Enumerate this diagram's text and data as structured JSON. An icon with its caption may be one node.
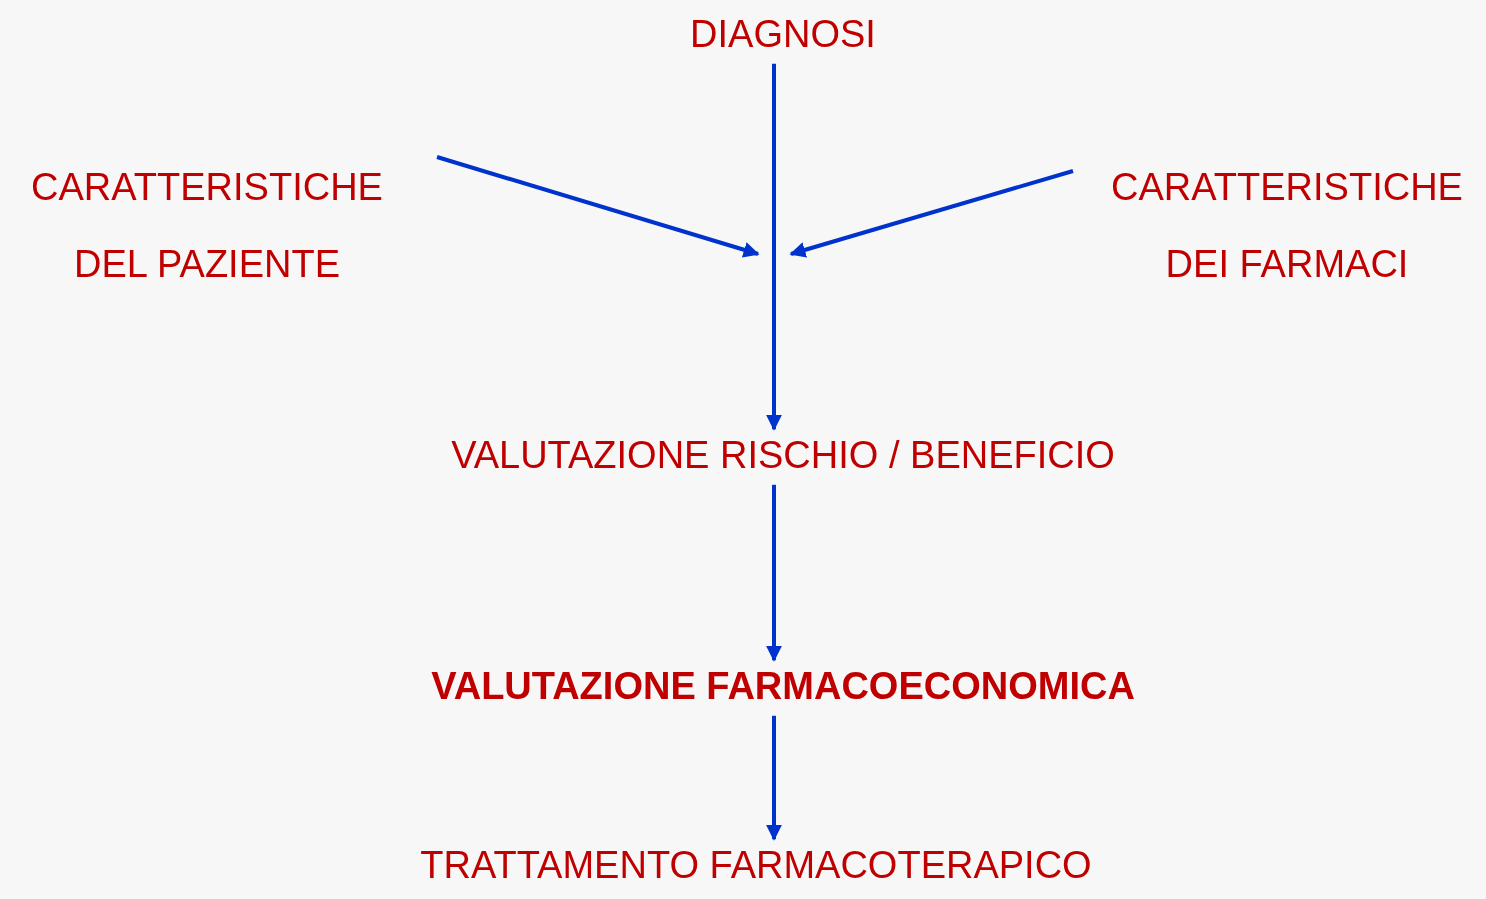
{
  "diagram": {
    "nodes": [
      {
        "text": [
          "DIAGNOSI"
        ]
      },
      {
        "text": [
          "CARATTERISTICHE DEL PAZIENTE"
        ]
      },
      {
        "text": [
          "CARATTERISTICHE DEI FARMACI"
        ]
      },
      {
        "text": [
          "VALUTAZIONE RISCHIO / BENEFICIO"
        ]
      },
      {
        "text": [
          "VALUTAZIONE FARMACOECONOMICA"
        ]
      },
      {
        "text": [
          "TRATTAMENTO FARMACOTERAPICO"
        ]
      }
    ],
    "edges": [
      {
        "from": 0,
        "to": 3,
        "arrow": "to"
      },
      {
        "from": 1,
        "to": null,
        "arrow": "to"
      },
      {
        "from": 2,
        "to": null,
        "arrow": "to"
      },
      {
        "from": 3,
        "to": 4,
        "arrow": "to"
      },
      {
        "from": 4,
        "to": 5,
        "arrow": "to"
      }
    ]
  }
}
